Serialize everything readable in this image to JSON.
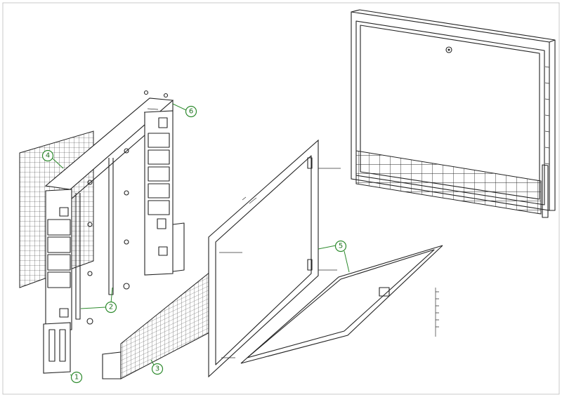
{
  "callouts": [
    {
      "label": "1"
    },
    {
      "label": "2"
    },
    {
      "label": "3"
    },
    {
      "label": "4"
    },
    {
      "label": "5"
    },
    {
      "label": "6"
    }
  ],
  "colors": {
    "callout": "#2e8b2e",
    "line": "#222222",
    "background": "#ffffff"
  }
}
